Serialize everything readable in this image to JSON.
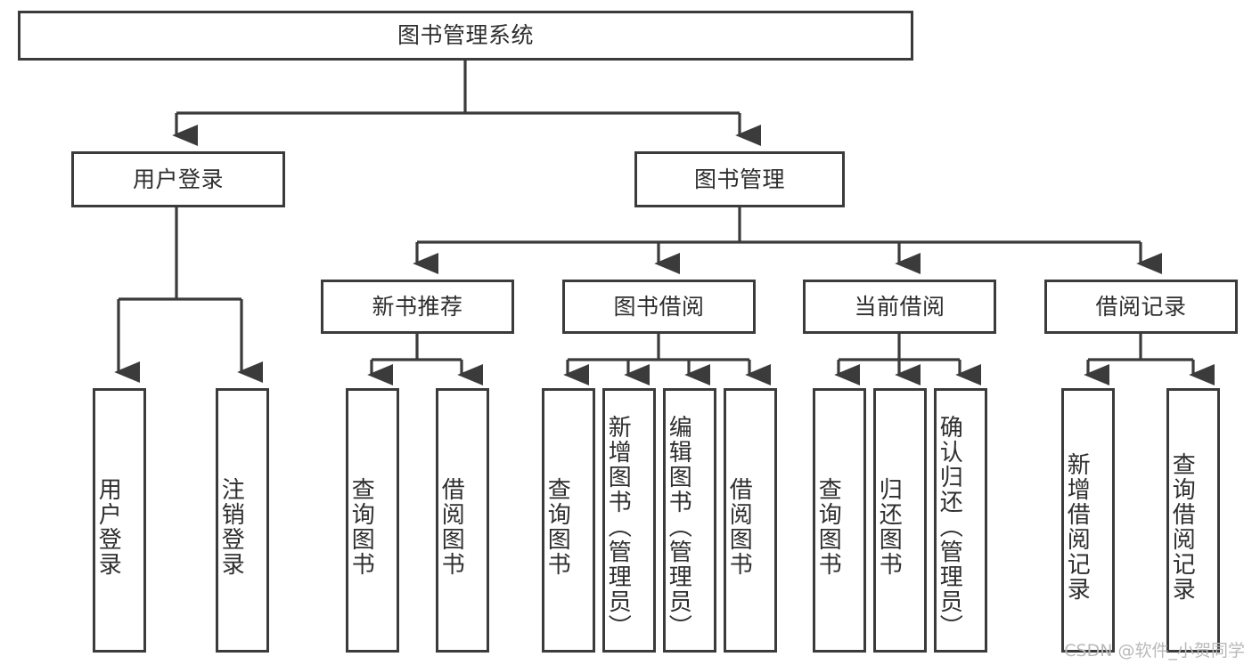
{
  "diagram": {
    "title": "图书管理系统",
    "type": "tree-hierarchy-diagram",
    "colors": {
      "box_border": "#3b3b3b",
      "box_fill": "#ffffff",
      "connector": "#3b3b3b",
      "text": "#2e2e2e",
      "watermark": "#b9b9b9",
      "background": "#ffffff"
    },
    "nodes": {
      "root": {
        "label": "图书管理系统"
      },
      "level2": [
        {
          "id": "user-login",
          "label": "用户登录"
        },
        {
          "id": "book-management",
          "label": "图书管理"
        }
      ],
      "level3": [
        {
          "id": "new-book-recommend",
          "label": "新书推荐"
        },
        {
          "id": "book-borrow",
          "label": "图书借阅"
        },
        {
          "id": "current-borrow",
          "label": "当前借阅"
        },
        {
          "id": "borrow-record",
          "label": "借阅记录"
        }
      ],
      "leaves": {
        "user-login": [
          {
            "id": "leaf-user-login",
            "label": "用户登录"
          },
          {
            "id": "leaf-logout-login",
            "label": "注销登录"
          }
        ],
        "new-book-recommend": [
          {
            "id": "leaf-query-book-1",
            "label": "查询图书"
          },
          {
            "id": "leaf-borrow-book-1",
            "label": "借阅图书"
          }
        ],
        "book-borrow": [
          {
            "id": "leaf-query-book-2",
            "label": "查询图书"
          },
          {
            "id": "leaf-add-book",
            "label": "新增图书（管理员）"
          },
          {
            "id": "leaf-edit-book",
            "label": "编辑图书（管理员）"
          },
          {
            "id": "leaf-borrow-book-2",
            "label": "借阅图书"
          }
        ],
        "current-borrow": [
          {
            "id": "leaf-query-book-3",
            "label": "查询图书"
          },
          {
            "id": "leaf-return-book",
            "label": "归还图书"
          },
          {
            "id": "leaf-confirm-return",
            "label": "确认归还（管理员）"
          }
        ],
        "borrow-record": [
          {
            "id": "leaf-add-record",
            "label": "新增借阅记录"
          },
          {
            "id": "leaf-query-record",
            "label": "查询借阅记录"
          }
        ]
      }
    },
    "watermark": "CSDN @软件_小贺同学"
  }
}
